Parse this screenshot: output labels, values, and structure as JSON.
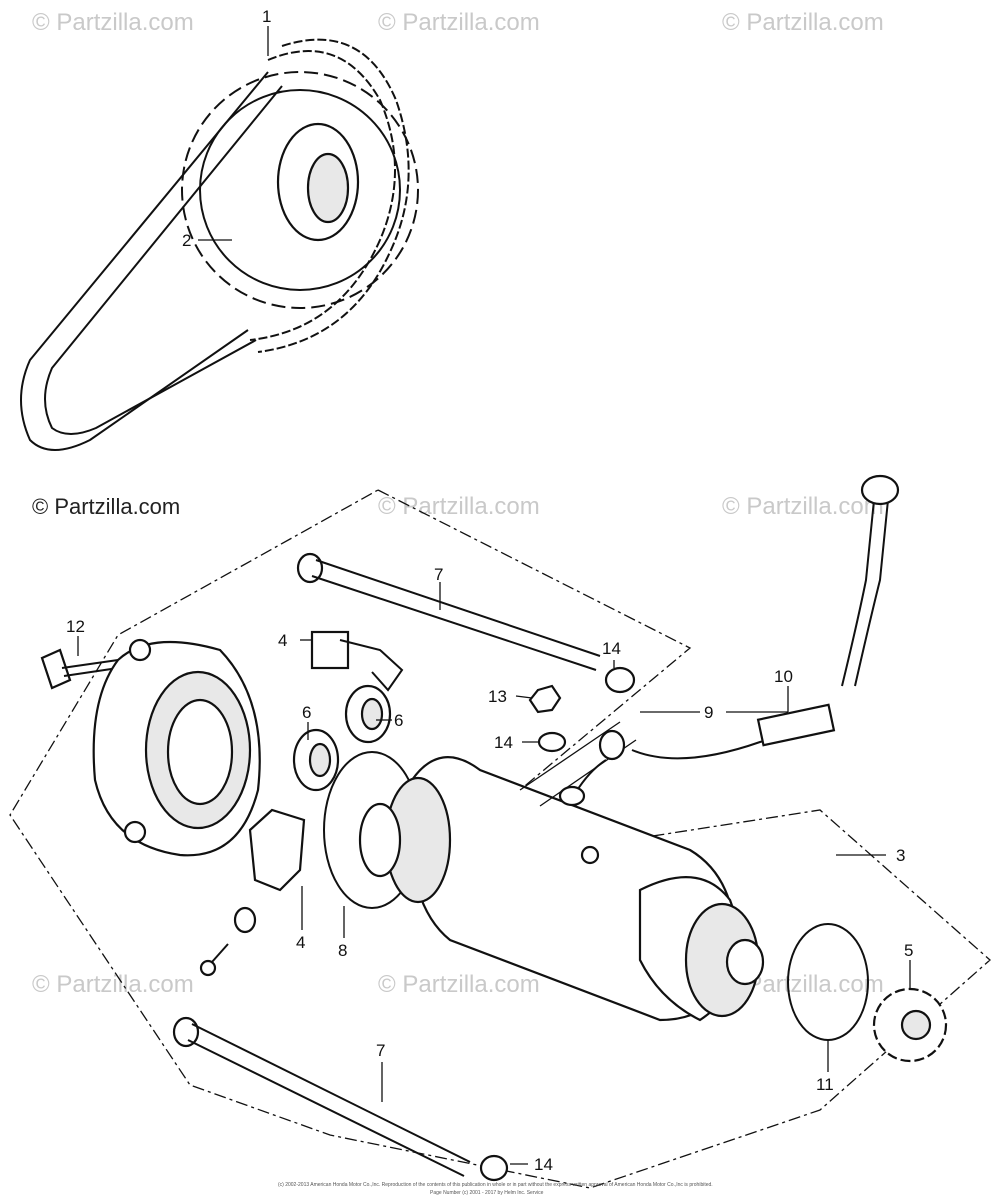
{
  "watermarks": [
    "© Partzilla.com",
    "© Partzilla.com",
    "© Partzilla.com",
    "© Partzilla.com",
    "© Partzilla.com",
    "© Partzilla.com",
    "© Partzilla.com",
    "© Partzilla.com",
    "© Partzilla.com"
  ],
  "brand_label": "© Partzilla.com",
  "callouts": {
    "c1": "1",
    "c2": "2",
    "c3": "3",
    "c4a": "4",
    "c4b": "4",
    "c5": "5",
    "c6a": "6",
    "c6b": "6",
    "c7a": "7",
    "c7b": "7",
    "c8": "8",
    "c9": "9",
    "c10": "10",
    "c11": "11",
    "c12": "12",
    "c13": "13",
    "c14a": "14",
    "c14b": "14",
    "c14c": "14"
  },
  "footer": {
    "line1": "(c) 2002-2013 American Honda Motor Co.,Inc. Reproduction of the contents of this publication in whole or in part without the express written approval of American Honda Motor Co.,Inc is prohibited.",
    "line2": "Page Number (c) 2001 - 2017 by Helm Inc. Service"
  }
}
